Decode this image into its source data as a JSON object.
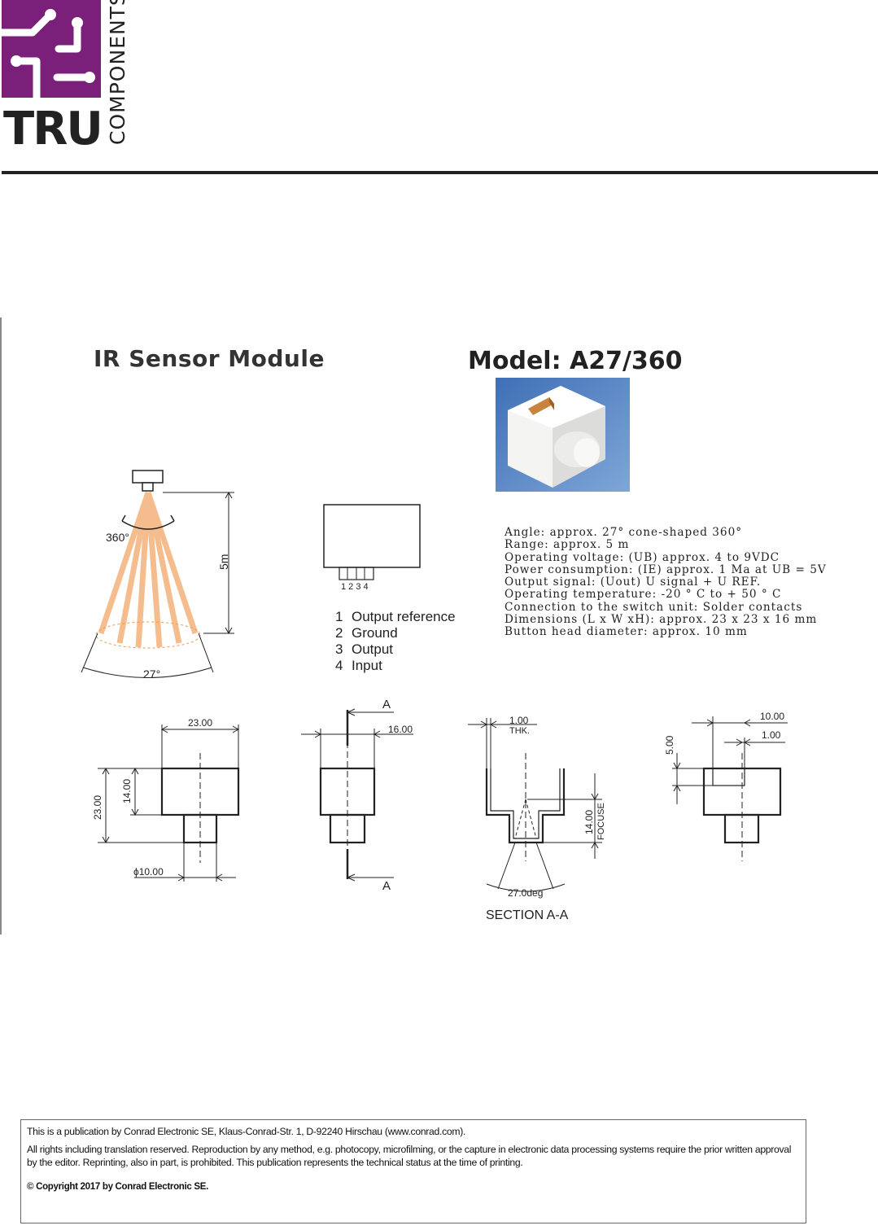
{
  "brand": {
    "logo_text": "TRU",
    "logo_subtext": "COMPONENTS",
    "colors": {
      "purple": "#7a1f7a",
      "dark": "#222222"
    }
  },
  "product_title": "IR Sensor Module",
  "model_title": "Model: A27/360",
  "beam_diagram": {
    "rotation_label": "360°",
    "distance_label": "5m",
    "angle_label": "27°"
  },
  "pin_diagram": {
    "pin_numbers": "1 2 3 4"
  },
  "pins": [
    {
      "num": "1",
      "label": "Output reference"
    },
    {
      "num": "2",
      "label": "Ground"
    },
    {
      "num": "3",
      "label": "Output"
    },
    {
      "num": "4",
      "label": "Input"
    }
  ],
  "specs": [
    "Angle: approx. 27° cone-shaped 360°",
    "Range: approx. 5 m",
    "Operating voltage: (UB) approx. 4 to 9VDC",
    "Power consumption: (IE) approx. 1 Ma at UB = 5V",
    "Output signal: (Uout) U signal + U REF.",
    "Operating temperature: -20 ° C to + 50 ° C",
    "Connection to the switch unit: Solder contacts",
    "Dimensions (L x W xH): approx. 23 x 23 x 16 mm",
    "Button head diameter: approx. 10 mm"
  ],
  "dimensions": {
    "front": {
      "width": "23.00",
      "height": "23.00",
      "body_height": "14.00",
      "diameter": "ϕ10.00"
    },
    "side": {
      "section_top": "A",
      "section_bottom": "A",
      "offset": "16.00"
    },
    "section": {
      "thickness": "1.00",
      "thickness_unit": "THK.",
      "focus": "14.00",
      "focus_unit": "FOCUSE",
      "angle": "27.0deg",
      "label": "SECTION  A-A"
    },
    "right": {
      "width": "10.00",
      "inner": "1.00",
      "depth": "5.00"
    }
  },
  "footer": {
    "line1": "This is a publication by Conrad Electronic SE, Klaus-Conrad-Str. 1, D-92240 Hirschau (www.conrad.com).",
    "line2": "All rights including translation reserved. Reproduction by any method, e.g. photocopy, microfilming, or the capture in electronic data processing systems require the prior written approval by the editor. Reprinting, also in part, is prohibited. This publication represents the technical status at the time of printing.",
    "copyright": "© Copyright 2017 by Conrad Electronic SE."
  }
}
